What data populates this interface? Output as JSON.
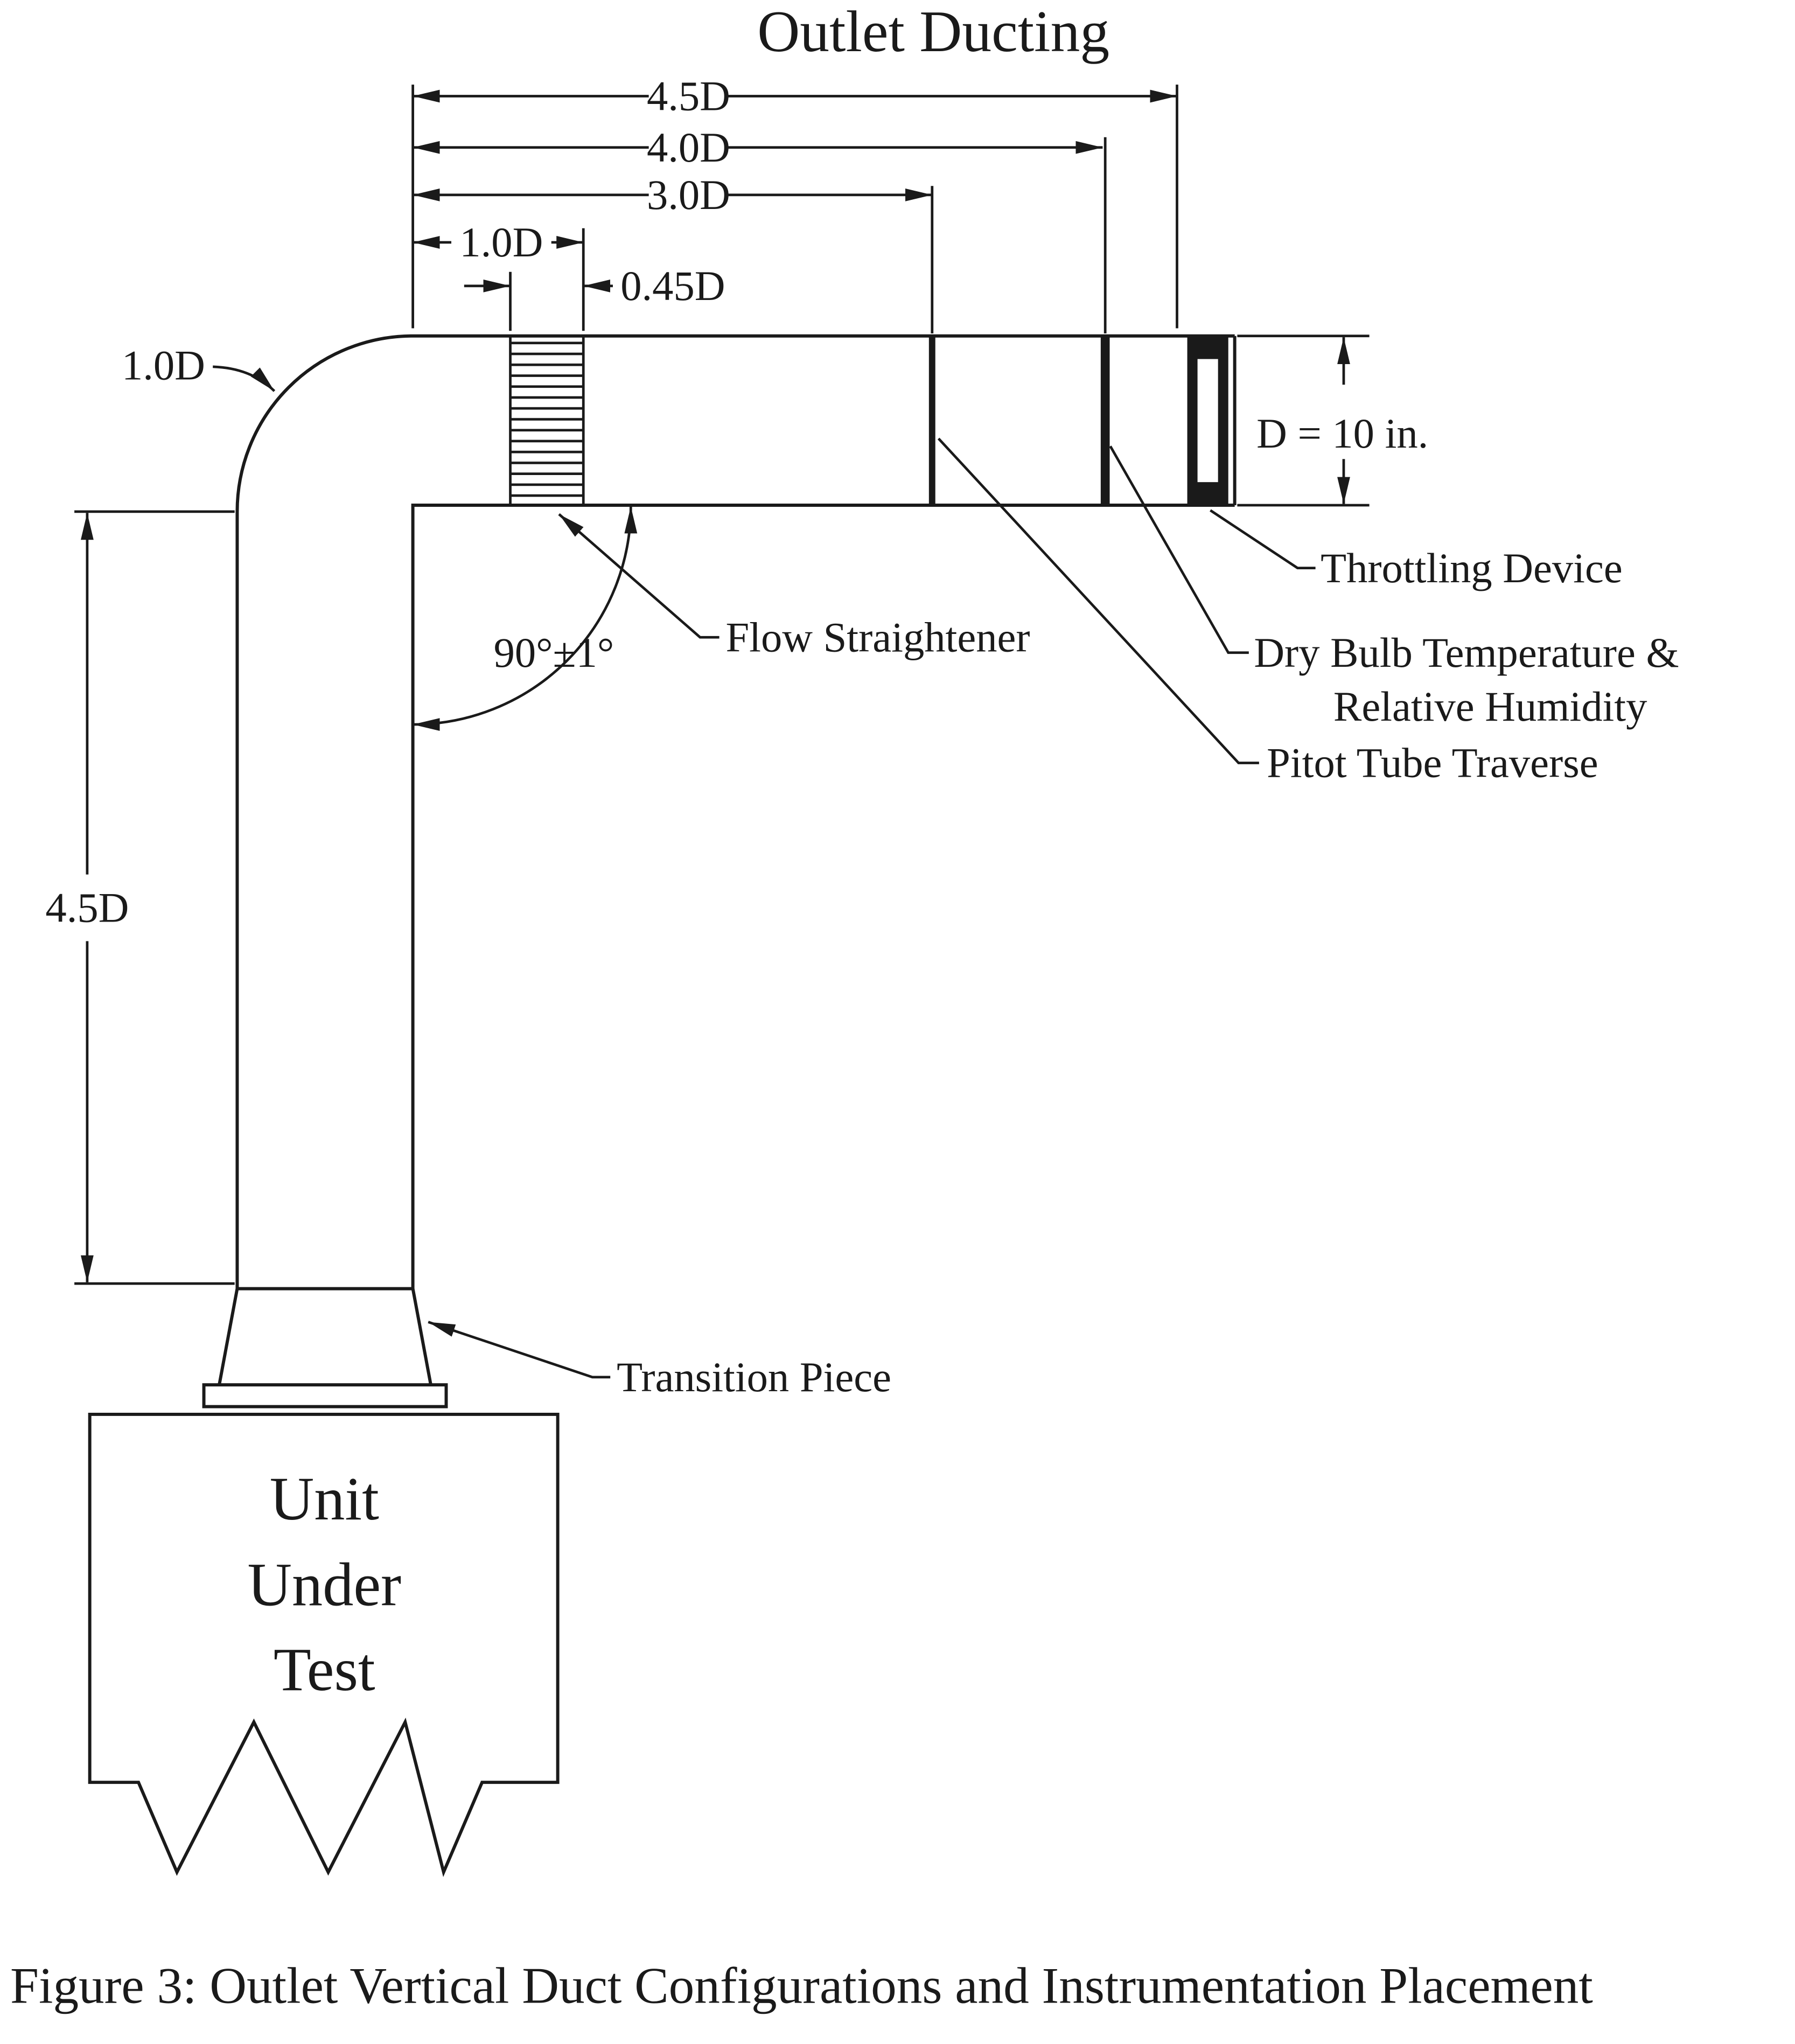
{
  "diagram": {
    "title": "Outlet Ducting",
    "caption": "Figure 3: Outlet Vertical Duct Configurations and Instrumentation Placement",
    "colors": {
      "ink": "#1a1a1a",
      "paper": "#ffffff"
    },
    "dims": {
      "top_45": "4.5D",
      "top_40": "4.0D",
      "top_30": "3.0D",
      "top_10": "1.0D",
      "top_045": "0.45D",
      "elbow_radius": "1.0D",
      "left_45": "4.5D",
      "diameter": "D = 10 in.",
      "angle": "90°±1°"
    },
    "labels": {
      "flow_straightener": "Flow Straightener",
      "throttling_device": "Throttling Device",
      "dry_bulb_1": "Dry Bulb Temperature &",
      "dry_bulb_2": "Relative Humidity",
      "pitot": "Pitot Tube Traverse",
      "transition": "Transition Piece",
      "unit_1": "Unit",
      "unit_2": "Under",
      "unit_3": "Test"
    }
  }
}
